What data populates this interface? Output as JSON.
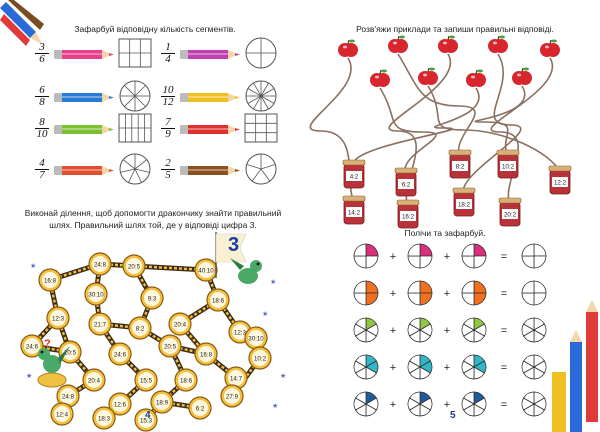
{
  "left_page": {
    "task1_title": "Зафарбуй відповідну кількість сегментів.",
    "task1_rows": [
      {
        "left": {
          "num": "3",
          "den": "6",
          "color": "#e8408a"
        },
        "right": {
          "num": "1",
          "den": "4",
          "color": "#c040b0"
        }
      },
      {
        "left": {
          "num": "6",
          "den": "8",
          "color": "#2a7ad8"
        },
        "right": {
          "num": "10",
          "den": "12",
          "color": "#f0c020"
        }
      },
      {
        "left": {
          "num": "8",
          "den": "10",
          "color": "#7ac030"
        },
        "right": {
          "num": "7",
          "den": "9",
          "color": "#e03030"
        }
      },
      {
        "left": {
          "num": "4",
          "den": "7",
          "color": "#e05030"
        },
        "right": {
          "num": "2",
          "den": "5",
          "color": "#8a5020"
        }
      }
    ],
    "task2_title_line1": "Виконай ділення, щоб допомогти дракончику знайти правильний",
    "task2_title_line2": "шлях. Правильний шлях той, де у відповіді цифра 3.",
    "maze_flag": "3",
    "question_mark": "?",
    "maze_cells": [
      "24:8",
      "20:5",
      "40:10",
      "16:8",
      "30:10",
      "9:3",
      "18:6",
      "12:3",
      "20:4",
      "24:6",
      "21:7",
      "8:2",
      "12:3",
      "20:5",
      "10:5",
      "24:6",
      "16:8",
      "30:10",
      "20:4",
      "15:5",
      "18:6",
      "14:7",
      "24:8",
      "12:6",
      "18:9",
      "27:9",
      "6:2",
      "12:4",
      "18:3",
      "15:3",
      "10:2"
    ],
    "page_number": "4"
  },
  "right_page": {
    "task3_title": "Розв'яжи приклади та запиши правильні відповіді.",
    "jars": [
      "4:2",
      "6:2",
      "8:2",
      "10:2",
      "12:2",
      "14:2",
      "16:2",
      "18:2",
      "20:2"
    ],
    "task4_title": "Полічи та зафарбуй.",
    "op_plus": "+",
    "op_eq": "=",
    "circle_rows": [
      {
        "color": "#d8307a",
        "slices": 4
      },
      {
        "color": "#f07020",
        "slices": 4
      },
      {
        "color": "#90c840",
        "slices": 6
      },
      {
        "color": "#30b8c8",
        "slices": 6
      },
      {
        "color": "#205a9a",
        "slices": 6
      }
    ],
    "page_number": "5"
  }
}
